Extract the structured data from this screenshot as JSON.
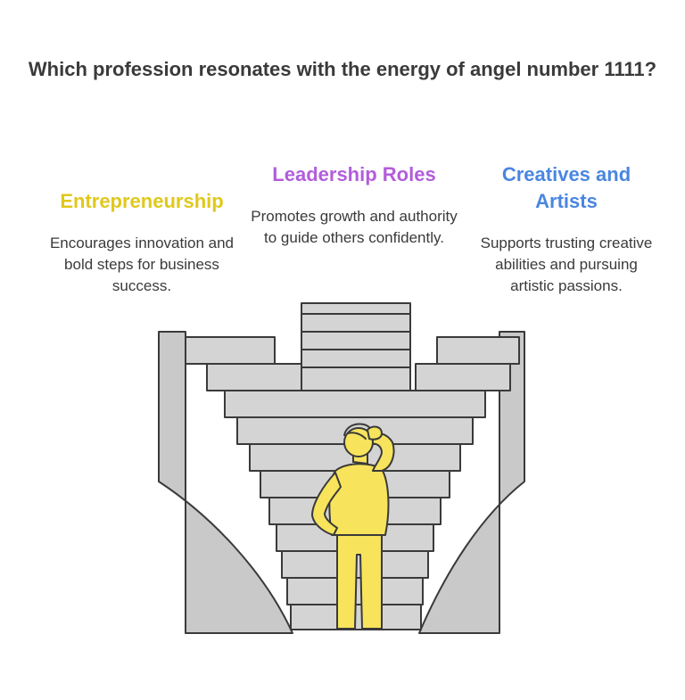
{
  "title": "Which profession resonates with the energy of angel number 1111?",
  "options": [
    {
      "heading": "Entrepreneurship",
      "description": "Encourages innovation and bold steps for business success.",
      "color": "#e0c81c"
    },
    {
      "heading": "Leadership Roles",
      "description": "Promotes growth and authority to guide others confidently.",
      "color": "#b25ddb"
    },
    {
      "heading": "Creatives and Artists",
      "description": "Supports trusting creative abilities and pursuing artistic passions.",
      "color": "#4a86e0"
    }
  ],
  "colors": {
    "stair_fill": "#c9c9c9",
    "stair_stroke": "#3a3a3a",
    "person_fill": "#f7e45c"
  }
}
